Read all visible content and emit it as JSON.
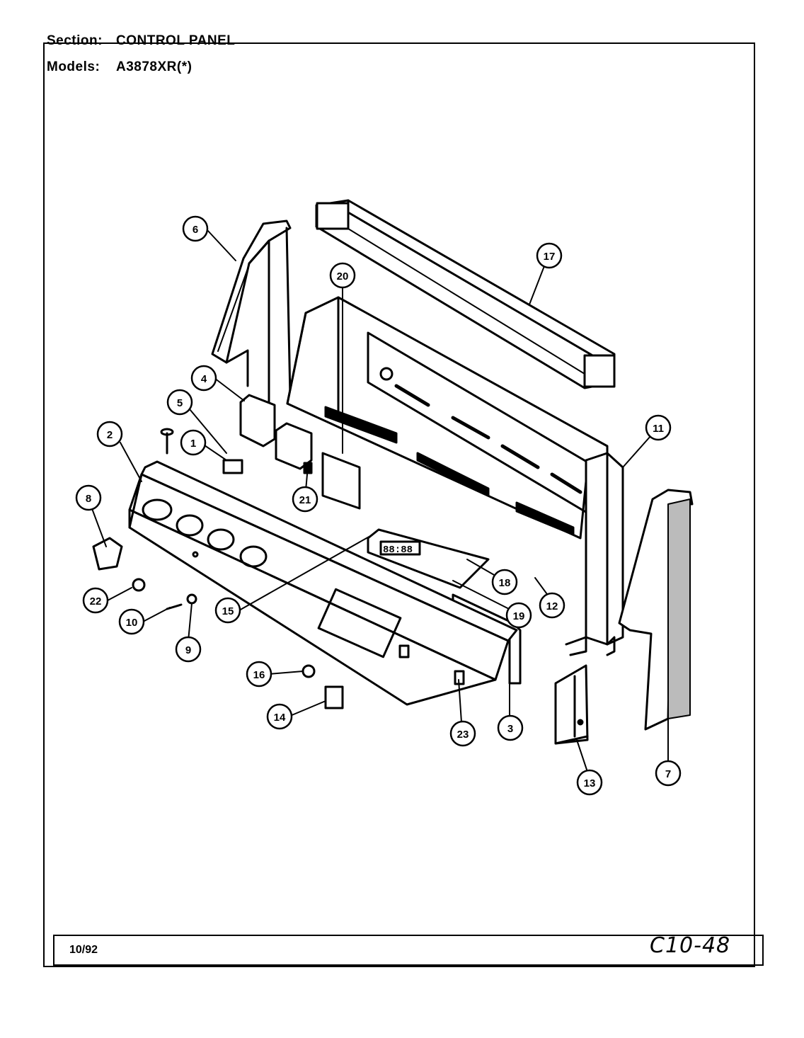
{
  "header": {
    "section_label": "Section:",
    "section_value": "CONTROL PANEL",
    "models_label": "Models:",
    "models_value": "A3878XR(*)"
  },
  "footer": {
    "date": "10/92",
    "code": "C10-48"
  },
  "callouts": [
    "1",
    "2",
    "3",
    "4",
    "5",
    "6",
    "7",
    "8",
    "9",
    "10",
    "11",
    "12",
    "13",
    "14",
    "15",
    "16",
    "17",
    "18",
    "19",
    "20",
    "21",
    "22",
    "23"
  ],
  "clock_display": "88:88"
}
